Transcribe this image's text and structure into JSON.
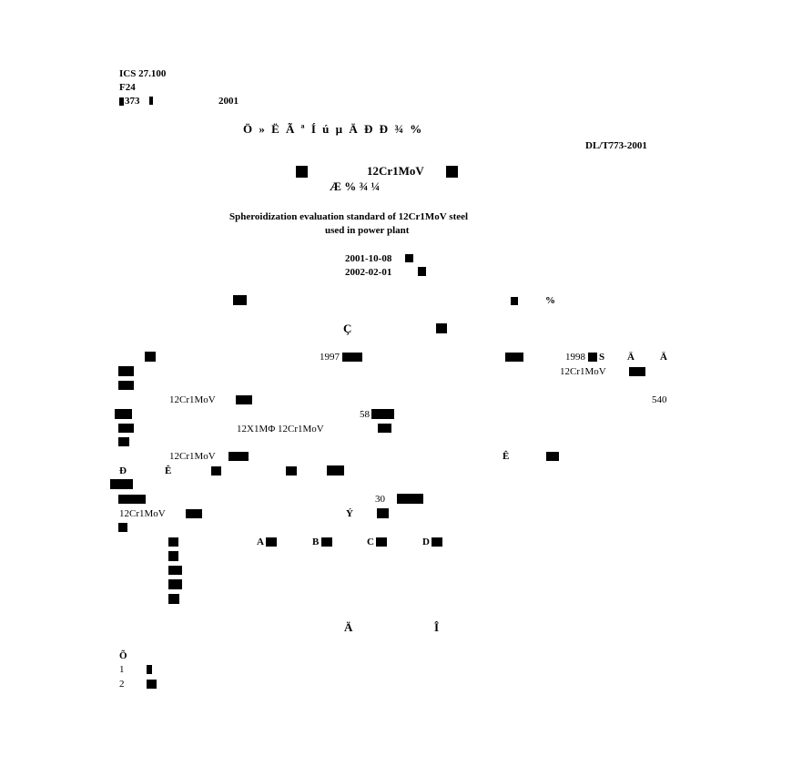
{
  "header": {
    "ics": "ICS 27.100",
    "code": "F24",
    "record_prefix": "373",
    "record_year": "2001"
  },
  "title_garbled": "Ö » Ë Ã ª Í ú µ Ä Ð Ð ¾ %",
  "standard_no": "DL/T773-2001",
  "cn_title_steel": "12Cr1MoV",
  "cn_title_line2": "Æ       %      ¾       ¼",
  "en_title_line1": "Spheroidization evaluation standard of 12Cr1MoV steel",
  "en_title_line2": "used in power plant",
  "date_issue": "2001-10-08",
  "date_effective": "2002-02-01",
  "char_pct": "%",
  "section_c": "Ç",
  "body": {
    "p1_year1": "1997",
    "p1_year2": "1998",
    "p1_s": "S",
    "p1_a1": "Ä",
    "p1_a2": "Ä",
    "p2_steel": "12Cr1MoV",
    "p3_steel": "12Cr1MoV",
    "p3_temp": "540",
    "p4_num": "58",
    "p5_steels": "12X1MΦ  12Cr1MoV",
    "p6_steel": "12Cr1MoV",
    "p6_e": "Ê",
    "p7_d": "Ð",
    "p7_e": "Ê",
    "p8_30": "30",
    "p9_steel": "12Cr1MoV",
    "p9_y": "Ý",
    "grade_a": "A",
    "grade_b": "B",
    "grade_c": "C",
    "grade_d": "D"
  },
  "footer": {
    "section_a": "Ä",
    "section_i": "Î",
    "o_mark": "Õ",
    "item1": "1",
    "item2": "2"
  }
}
